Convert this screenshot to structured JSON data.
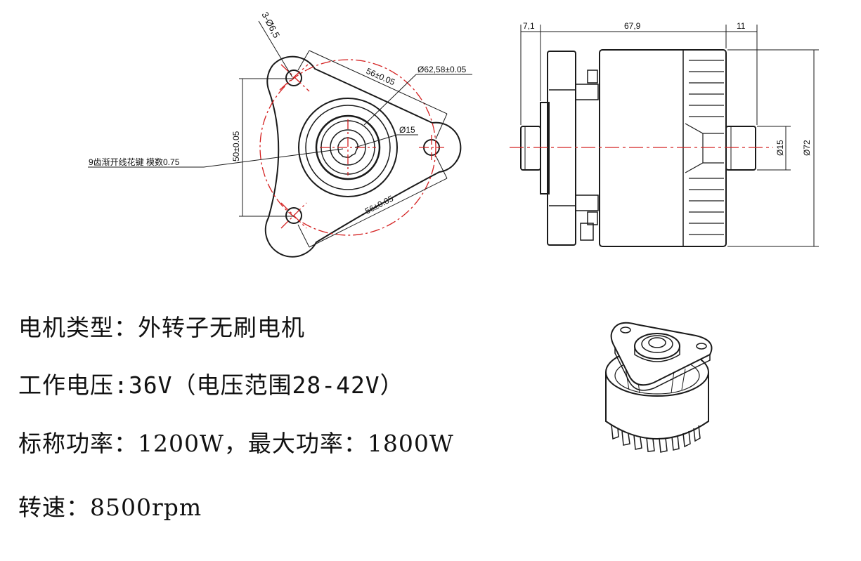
{
  "front_view": {
    "hole_callout": "3-Ø6,5",
    "dim_top": "56±0.05",
    "dim_bottom": "56±0.05",
    "dim_vertical": "50±0.05",
    "dim_bore": "Ø62,58±0.05",
    "dim_shaft": "Ø15",
    "spline_note": "9齿渐开线花键 模数0.75"
  },
  "side_view": {
    "dim_a": "7,1",
    "dim_b": "67,9",
    "dim_c": "11",
    "dim_shaft": "Ø15",
    "dim_body": "Ø72"
  },
  "specs": {
    "type": "电机类型：外转子无刷电机",
    "voltage": "工作电压:36V（电压范围28-42V）",
    "power": "标称功率：1200W，最大功率：1800W",
    "speed": "转速：8500rpm"
  },
  "colors": {
    "line": "#1a1a1a",
    "center_line": "#d42020"
  }
}
